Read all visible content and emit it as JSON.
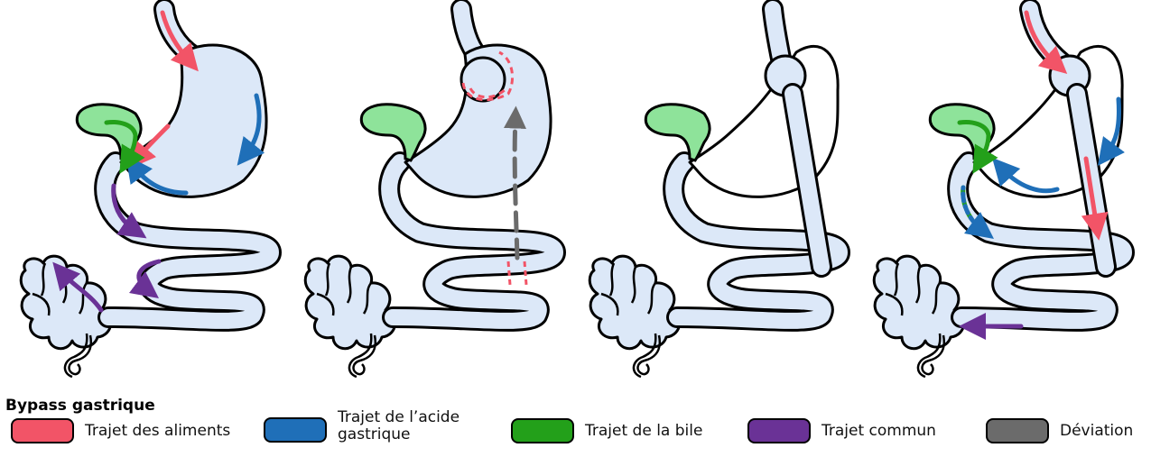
{
  "legend": {
    "title": "Bypass gastrique",
    "items": [
      {
        "label": "Trajet des aliments",
        "color": "#F25467",
        "icon": "food-path-swatch"
      },
      {
        "label": "Trajet de l’acide gastrique",
        "line1": "Trajet de l’acide",
        "line2": "gastrique",
        "color": "#1F6FB8",
        "icon": "acid-path-swatch"
      },
      {
        "label": "Trajet de la bile",
        "color": "#23A01A",
        "icon": "bile-path-swatch"
      },
      {
        "label": "Trajet commun",
        "color": "#6A3296",
        "icon": "common-path-swatch"
      },
      {
        "label": "Déviation",
        "color": "#6B6B6B",
        "icon": "deviation-swatch"
      }
    ]
  },
  "colors": {
    "organ_fill": "#DCE8F8",
    "gallbladder_fill": "#8EE39A",
    "outline": "#000000",
    "food": "#F25467",
    "acid": "#1F6FB8",
    "bile": "#23A01A",
    "common": "#6A3296",
    "deviation": "#6B6B6B"
  },
  "panels": [
    {
      "name": "normal-anatomy",
      "flows": [
        "food",
        "acid",
        "bile",
        "common"
      ]
    },
    {
      "name": "surgical-plan",
      "flows": [
        "deviation"
      ]
    },
    {
      "name": "bypass-anatomy",
      "flows": []
    },
    {
      "name": "bypass-flow",
      "flows": [
        "food",
        "acid",
        "bile",
        "common"
      ]
    }
  ]
}
